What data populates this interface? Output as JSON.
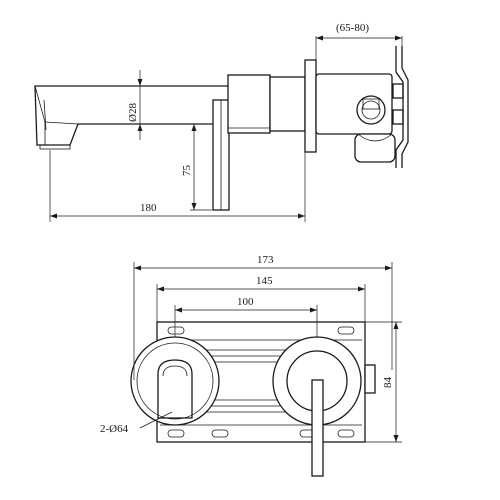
{
  "dimensions": {
    "side_view": {
      "adjustment_range": "(65-80)",
      "spout_diameter": "Ø28",
      "handle_drop": "75",
      "spout_projection": "180"
    },
    "front_view": {
      "overall_width": "173",
      "bolt_spacing": "145",
      "center_spacing": "100",
      "plate_height": "84",
      "rosette": "2-Ø64"
    }
  }
}
